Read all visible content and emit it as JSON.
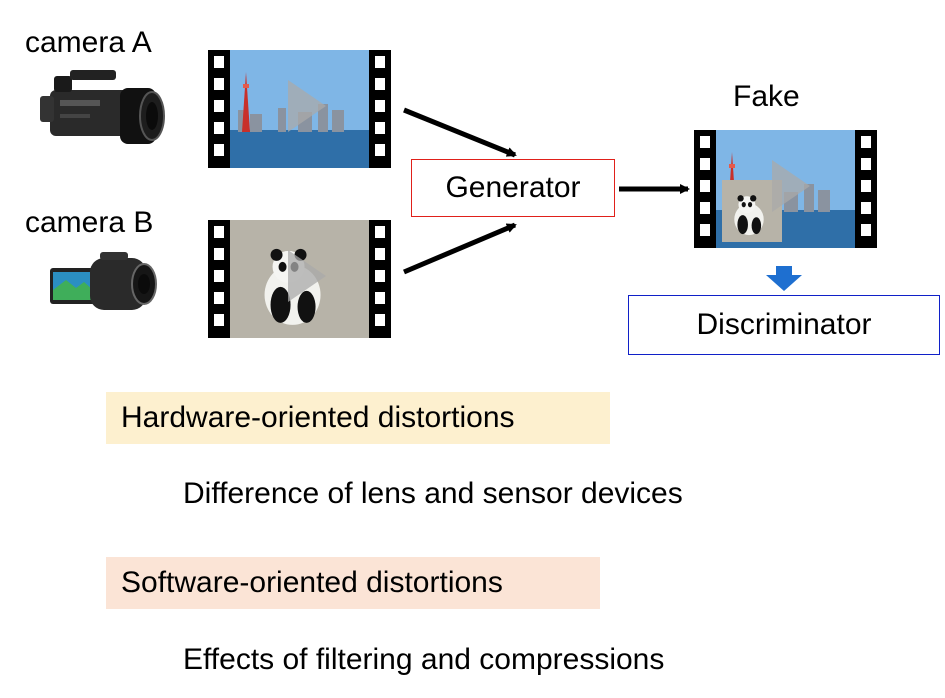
{
  "colors": {
    "generator_border": "#e0201a",
    "discriminator_border": "#1020c8",
    "hardware_band": "#fdf0cf",
    "software_band": "#fbe4d6",
    "down_arrow": "#1e6fd0",
    "film": "#000000"
  },
  "diagram": {
    "camera_a_label": "camera A",
    "camera_b_label": "camera B",
    "fake_label": "Fake",
    "generator_label": "Generator",
    "discriminator_label": "Discriminator"
  },
  "icons": {
    "camera_a": "camcorder-icon",
    "camera_b": "handycam-icon",
    "video_a": "film-strip-video-icon",
    "video_b": "film-strip-video-icon",
    "video_fake": "film-strip-video-icon"
  },
  "distortions": {
    "hardware": {
      "title": "Hardware-oriented distortions",
      "description": "Difference of lens and sensor devices"
    },
    "software": {
      "title": "Software-oriented distortions",
      "description": "Effects of filtering and compressions"
    }
  }
}
